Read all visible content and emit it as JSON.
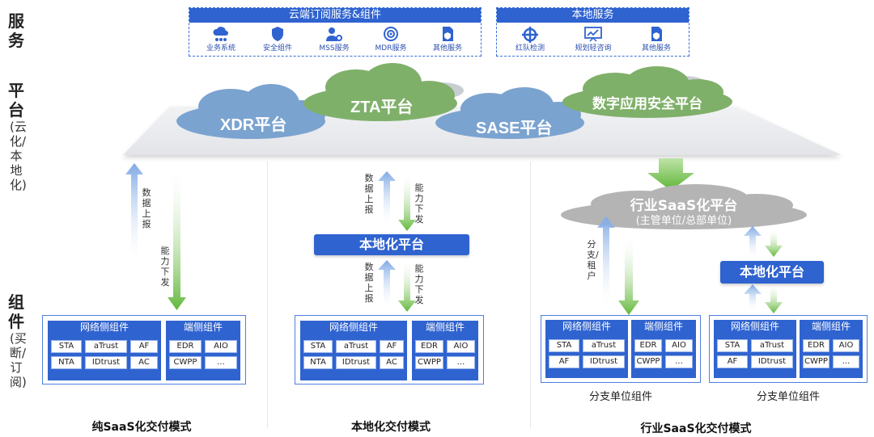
{
  "side_labels": {
    "service": "服务",
    "platform": "平台",
    "platform_sub": "(云化/本地化)",
    "component": "组件",
    "component_sub": "(买断/订阅)"
  },
  "cloud_services": {
    "title": "云端订阅服务&组件",
    "items": [
      "业务系统",
      "安全组件",
      "MSS服务",
      "MDR服务",
      "其他服务"
    ]
  },
  "local_services": {
    "title": "本地服务",
    "items": [
      "红队检测",
      "规划轻咨询",
      "其他服务"
    ]
  },
  "clouds": {
    "xdr": "XDR平台",
    "zta": "ZTA平台",
    "sase": "SASE平台",
    "app_sec": "数字应用安全平台"
  },
  "flows": {
    "data_up": "数据上报",
    "capability_down": "能力下发",
    "branch_tenant": "分支/租户"
  },
  "local_platform": "本地化平台",
  "industry_platform": {
    "title": "行业SaaS化平台",
    "subtitle": "(主管单位/总部单位)"
  },
  "component_groups": {
    "network": "网络侧组件",
    "endpoint": "端侧组件"
  },
  "network_cells_full": [
    "STA",
    "aTrust",
    "AF",
    "NTA",
    "IDtrust",
    "AC"
  ],
  "network_cells_branch": [
    "STA",
    "aTrust",
    "AF",
    "IDtrust"
  ],
  "endpoint_cells": [
    "EDR",
    "AIO",
    "CWPP",
    "..."
  ],
  "branch_label": "分支单位组件",
  "modes": {
    "saas": "纯SaaS化交付模式",
    "local": "本地化交付模式",
    "industry": "行业SaaS化交付模式"
  },
  "colors": {
    "primary_blue": "#2f63d0",
    "cloud_blue": "#7ba3d0",
    "cloud_green": "#7fb06a",
    "cloud_gray": "#b4b4b4",
    "arrow_green": "#74c04a",
    "arrow_blue": "#8bb4e8"
  }
}
